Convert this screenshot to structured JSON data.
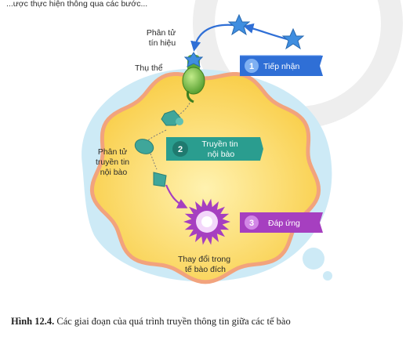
{
  "header_fragment": "...ược thực hiện thông qua các bước...",
  "labels": {
    "signal_molecule": [
      "Phân tử",
      "tín hiệu"
    ],
    "receptor": "Thụ thể",
    "messenger": [
      "Phân tử",
      "truyền tin",
      "nội bào"
    ],
    "change": [
      "Thay đổi trong",
      "tế bào đích"
    ]
  },
  "steps": [
    {
      "number": "1",
      "lines": [
        "Tiếp nhận"
      ],
      "color": "#2f6fd6"
    },
    {
      "number": "2",
      "lines": [
        "Truyền tin",
        "nội bào"
      ],
      "color": "#2a9d8f"
    },
    {
      "number": "3",
      "lines": [
        "Đáp ứng"
      ],
      "color": "#a63fc0"
    }
  ],
  "caption": {
    "figure": "Hình 12.4.",
    "text": " Các giai đoạn của quá trình truyền thông tin giữa các tế bào"
  },
  "colors": {
    "cell_fill": "#f9cf4c",
    "cell_membrane": "#f2a37d",
    "halo": "#cdeaf6",
    "signal": "#3f8ee0",
    "receptor": "#79c143",
    "messenger": "#3fa69a",
    "response": "#a63fc0"
  }
}
